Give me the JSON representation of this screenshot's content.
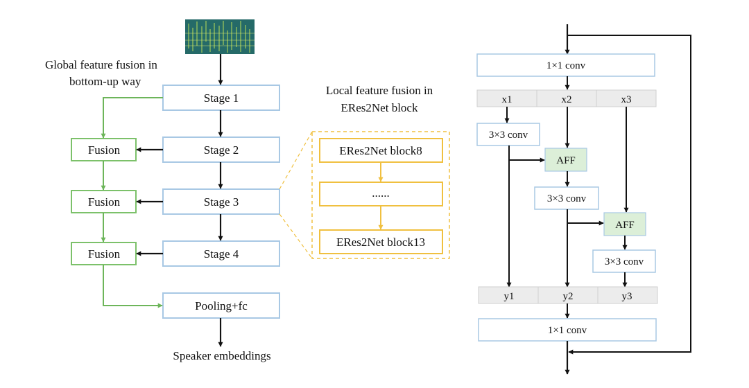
{
  "colors": {
    "stage_border": "#a8c8e4",
    "fusion_border": "#7cc16a",
    "fusion_arrow": "#6db55a",
    "block_border": "#f0c040",
    "block_arrow": "#f0c040",
    "split_fill": "#ececec",
    "aff_fill": "#dcefd8",
    "line": "#111111"
  },
  "left": {
    "global_caption_line1": "Global feature fusion in",
    "global_caption_line2": "bottom-up way",
    "stages": [
      "Stage 1",
      "Stage 2",
      "Stage 3",
      "Stage 4"
    ],
    "fusion": [
      "Fusion",
      "Fusion",
      "Fusion"
    ],
    "pooling": "Pooling+fc",
    "output": "Speaker embeddings"
  },
  "middle": {
    "local_caption_line1": "Local feature fusion in",
    "local_caption_line2": "ERes2Net block",
    "blocks": [
      "ERes2Net block8",
      "......",
      "ERes2Net block13"
    ]
  },
  "right": {
    "conv_top": "1×1 conv",
    "splits": [
      "x1",
      "x2",
      "x3"
    ],
    "conv_a": "3×3 conv",
    "aff_a": "AFF",
    "conv_b": "3×3 conv",
    "aff_b": "AFF",
    "conv_c": "3×3 conv",
    "outputs": [
      "y1",
      "y2",
      "y3"
    ],
    "conv_bottom": "1×1 conv"
  }
}
